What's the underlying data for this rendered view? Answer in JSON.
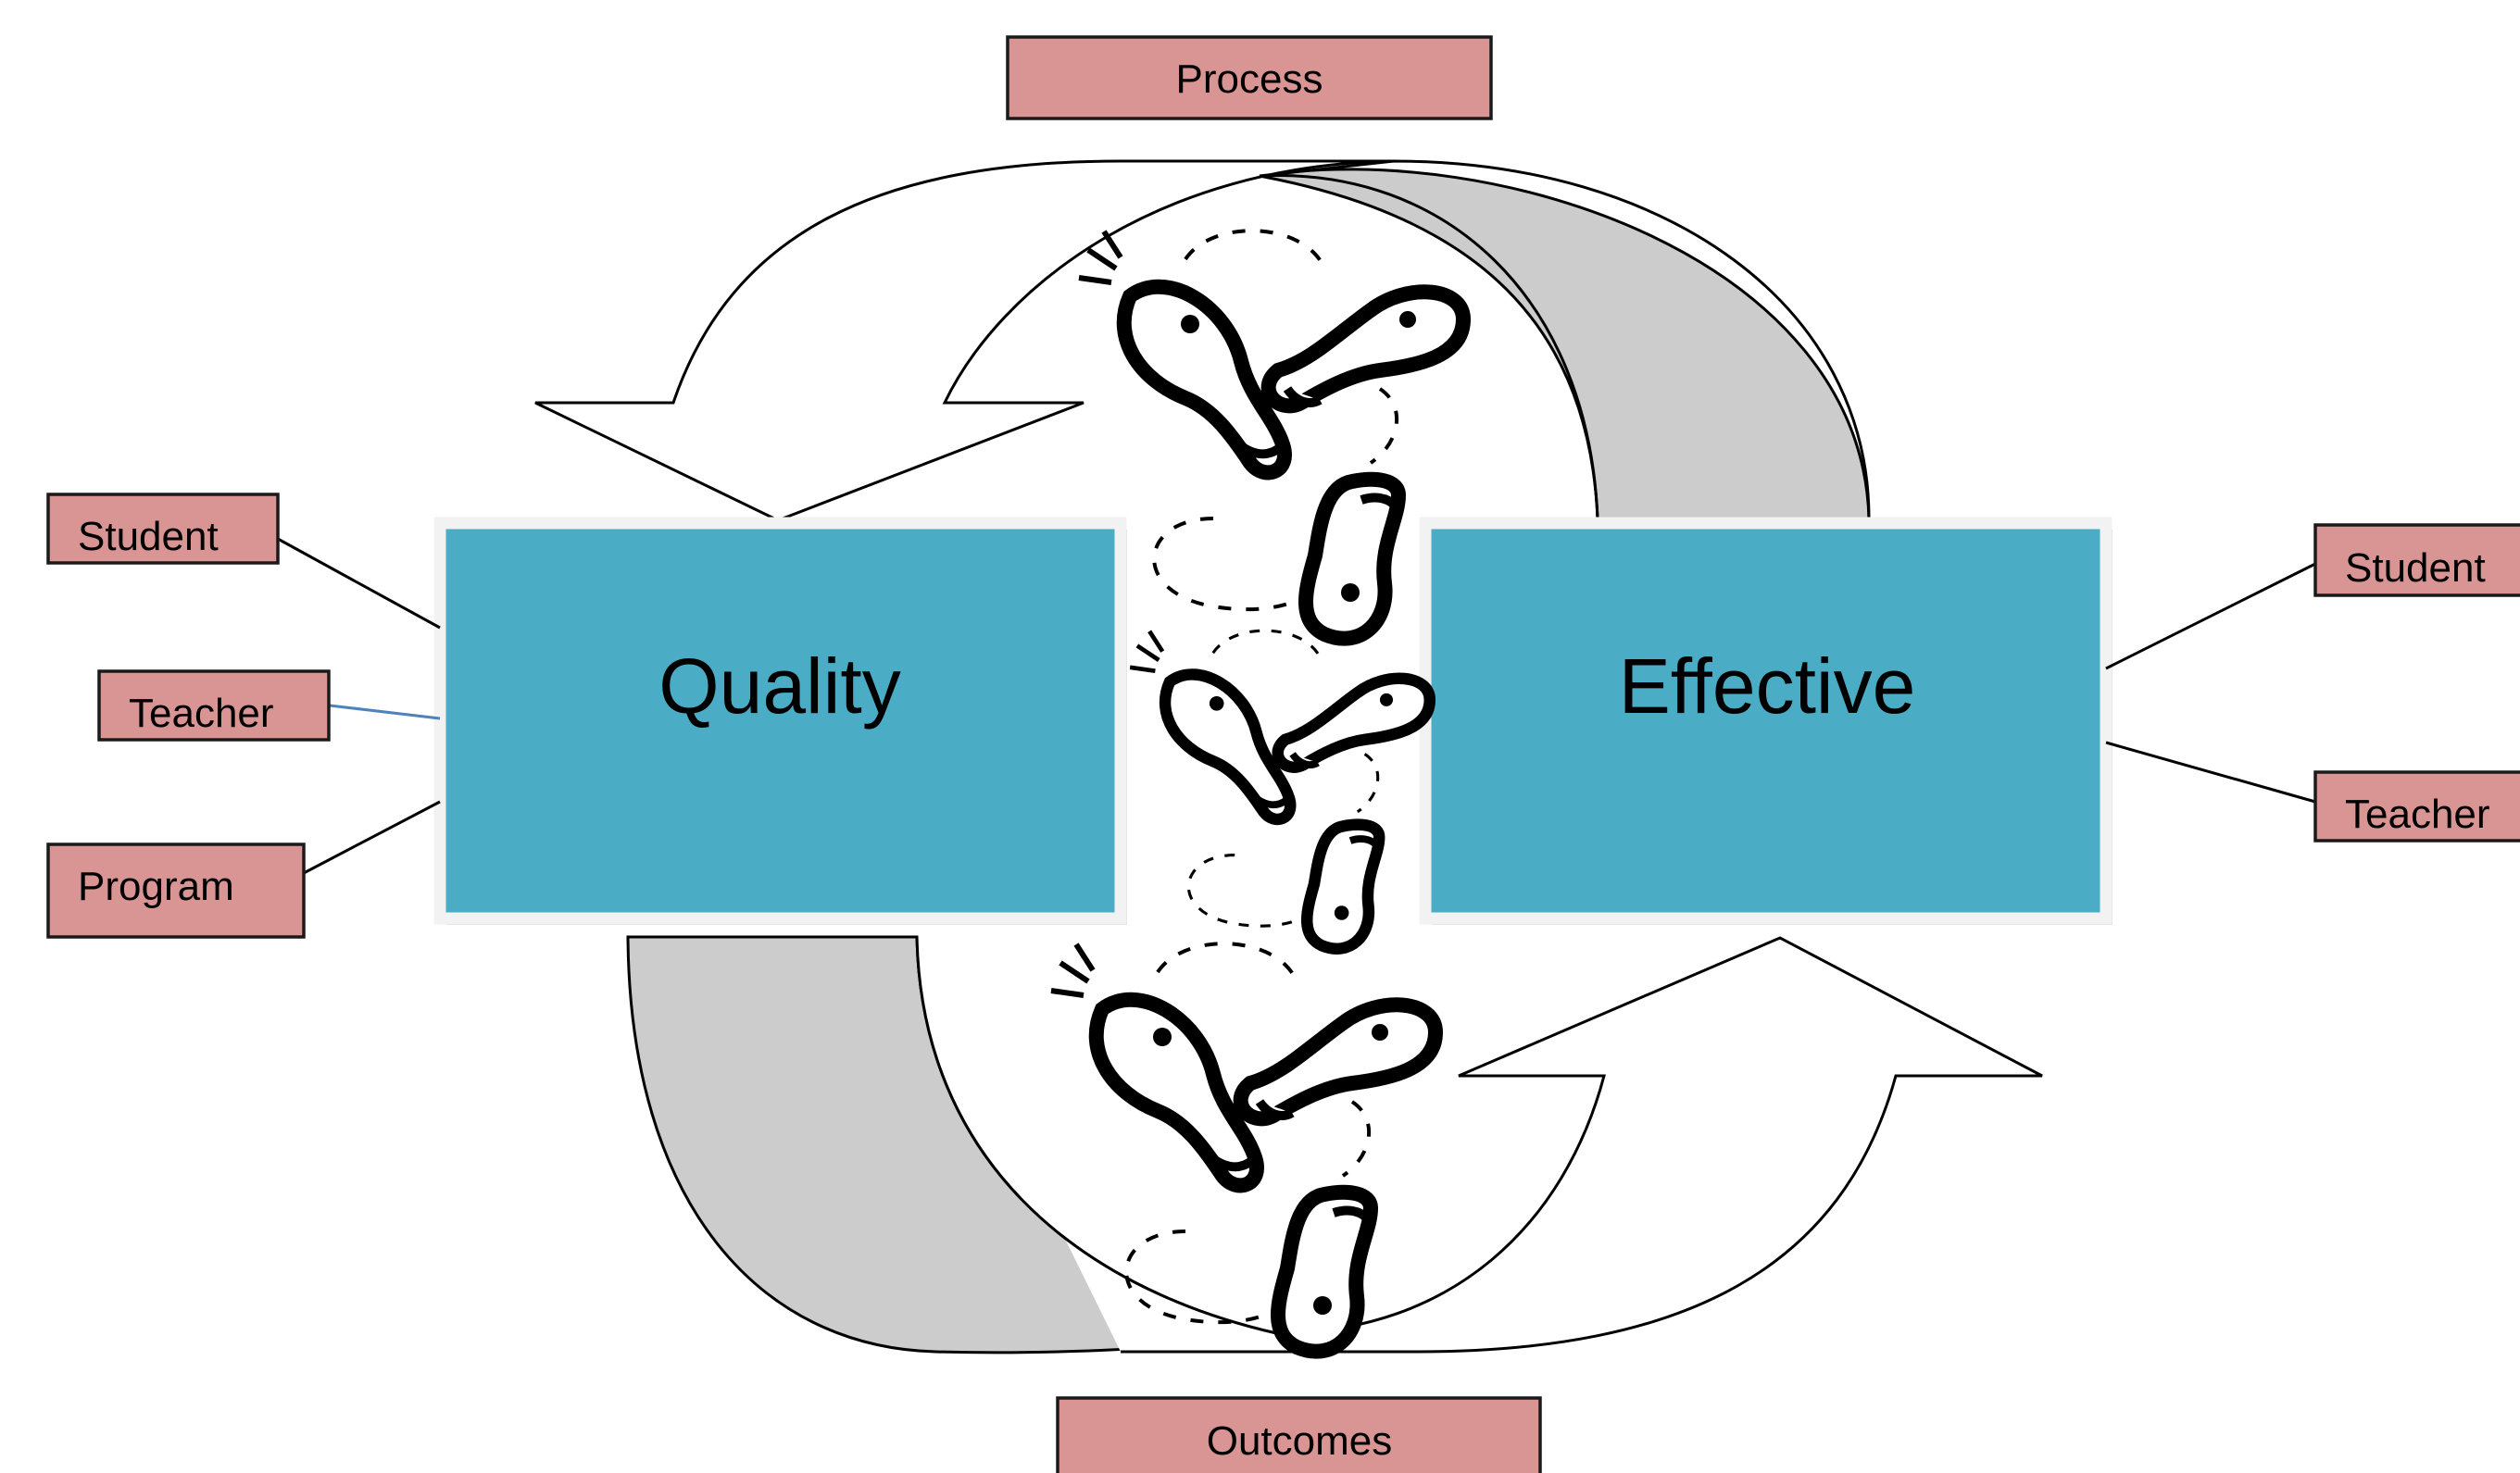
{
  "diagram": {
    "top_label": "Process",
    "bottom_label": "Outcomes",
    "left_box": {
      "title": "Quality",
      "inputs": [
        "Student",
        "Teacher",
        "Program"
      ]
    },
    "right_box": {
      "title": "Effective",
      "inputs": [
        "Student",
        "Teacher"
      ]
    },
    "icons": [
      "footprints-icon",
      "footprints-icon",
      "footprints-icon"
    ],
    "colors": {
      "label_fill": "#d99594",
      "box_fill": "#4bacc6",
      "arrow_shadow": "#cccccc",
      "teacher_connector": "#4f81bd"
    }
  }
}
